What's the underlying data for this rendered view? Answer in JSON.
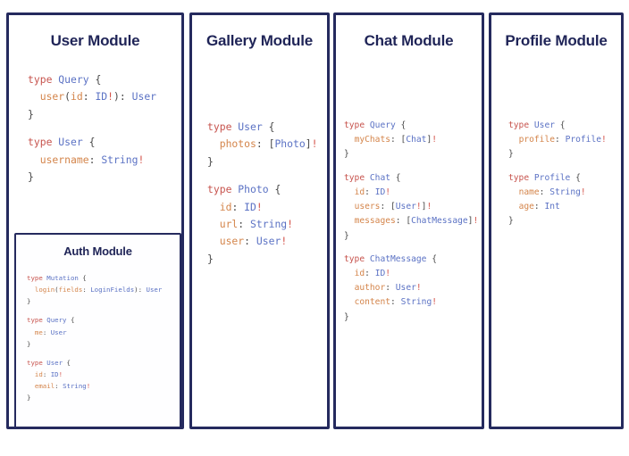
{
  "theme": {
    "border_color": "#252a5e",
    "title_color": "#1f2457",
    "background": "#ffffff",
    "keyword_color": "#c7544e",
    "typename_color": "#5b72c4",
    "field_color": "#d4854b",
    "punctuation_color": "#4a4a4a",
    "bang_color": "#d4544b"
  },
  "modules": [
    {
      "id": "user-module",
      "title": "User Module",
      "blocks": [
        {
          "lines": [
            [
              {
                "t": "type ",
                "c": "kw"
              },
              {
                "t": "Query",
                "c": "type"
              },
              {
                "t": " {",
                "c": "pun"
              }
            ],
            [
              {
                "t": "  ",
                "c": "pun"
              },
              {
                "t": "user",
                "c": "fld"
              },
              {
                "t": "(",
                "c": "pun"
              },
              {
                "t": "id",
                "c": "fld"
              },
              {
                "t": ": ",
                "c": "pun"
              },
              {
                "t": "ID",
                "c": "type"
              },
              {
                "t": "!",
                "c": "bang"
              },
              {
                "t": "): ",
                "c": "pun"
              },
              {
                "t": "User",
                "c": "type"
              }
            ],
            [
              {
                "t": "}",
                "c": "pun"
              }
            ]
          ]
        },
        {
          "lines": [
            [
              {
                "t": "type ",
                "c": "kw"
              },
              {
                "t": "User",
                "c": "type"
              },
              {
                "t": " {",
                "c": "pun"
              }
            ],
            [
              {
                "t": "  ",
                "c": "pun"
              },
              {
                "t": "username",
                "c": "fld"
              },
              {
                "t": ": ",
                "c": "pun"
              },
              {
                "t": "String",
                "c": "type"
              },
              {
                "t": "!",
                "c": "bang"
              }
            ],
            [
              {
                "t": "}",
                "c": "pun"
              }
            ]
          ]
        }
      ]
    },
    {
      "id": "auth-module",
      "title": "Auth Module",
      "blocks": [
        {
          "lines": [
            [
              {
                "t": "type ",
                "c": "kw"
              },
              {
                "t": "Mutation",
                "c": "type"
              },
              {
                "t": " {",
                "c": "pun"
              }
            ],
            [
              {
                "t": "  ",
                "c": "pun"
              },
              {
                "t": "login",
                "c": "fld"
              },
              {
                "t": "(",
                "c": "pun"
              },
              {
                "t": "fields",
                "c": "fld"
              },
              {
                "t": ": ",
                "c": "pun"
              },
              {
                "t": "LoginFields",
                "c": "type"
              },
              {
                "t": "): ",
                "c": "pun"
              },
              {
                "t": "User",
                "c": "type"
              }
            ],
            [
              {
                "t": "}",
                "c": "pun"
              }
            ]
          ]
        },
        {
          "lines": [
            [
              {
                "t": "type ",
                "c": "kw"
              },
              {
                "t": "Query",
                "c": "type"
              },
              {
                "t": " {",
                "c": "pun"
              }
            ],
            [
              {
                "t": "  ",
                "c": "pun"
              },
              {
                "t": "me",
                "c": "fld"
              },
              {
                "t": ": ",
                "c": "pun"
              },
              {
                "t": "User",
                "c": "type"
              }
            ],
            [
              {
                "t": "}",
                "c": "pun"
              }
            ]
          ]
        },
        {
          "lines": [
            [
              {
                "t": "type ",
                "c": "kw"
              },
              {
                "t": "User",
                "c": "type"
              },
              {
                "t": " {",
                "c": "pun"
              }
            ],
            [
              {
                "t": "  ",
                "c": "pun"
              },
              {
                "t": "id",
                "c": "fld"
              },
              {
                "t": ": ",
                "c": "pun"
              },
              {
                "t": "ID",
                "c": "type"
              },
              {
                "t": "!",
                "c": "bang"
              }
            ],
            [
              {
                "t": "  ",
                "c": "pun"
              },
              {
                "t": "email",
                "c": "fld"
              },
              {
                "t": ": ",
                "c": "pun"
              },
              {
                "t": "String",
                "c": "type"
              },
              {
                "t": "!",
                "c": "bang"
              }
            ],
            [
              {
                "t": "}",
                "c": "pun"
              }
            ]
          ]
        }
      ]
    },
    {
      "id": "gallery-module",
      "title": "Gallery Module",
      "blocks": [
        {
          "lines": [
            [
              {
                "t": "type ",
                "c": "kw"
              },
              {
                "t": "User",
                "c": "type"
              },
              {
                "t": " {",
                "c": "pun"
              }
            ],
            [
              {
                "t": "  ",
                "c": "pun"
              },
              {
                "t": "photos",
                "c": "fld"
              },
              {
                "t": ": [",
                "c": "pun"
              },
              {
                "t": "Photo",
                "c": "type"
              },
              {
                "t": "]",
                "c": "pun"
              },
              {
                "t": "!",
                "c": "bang"
              }
            ],
            [
              {
                "t": "}",
                "c": "pun"
              }
            ]
          ]
        },
        {
          "lines": [
            [
              {
                "t": "type ",
                "c": "kw"
              },
              {
                "t": "Photo",
                "c": "type"
              },
              {
                "t": " {",
                "c": "pun"
              }
            ],
            [
              {
                "t": "  ",
                "c": "pun"
              },
              {
                "t": "id",
                "c": "fld"
              },
              {
                "t": ": ",
                "c": "pun"
              },
              {
                "t": "ID",
                "c": "type"
              },
              {
                "t": "!",
                "c": "bang"
              }
            ],
            [
              {
                "t": "  ",
                "c": "pun"
              },
              {
                "t": "url",
                "c": "fld"
              },
              {
                "t": ": ",
                "c": "pun"
              },
              {
                "t": "String",
                "c": "type"
              },
              {
                "t": "!",
                "c": "bang"
              }
            ],
            [
              {
                "t": "  ",
                "c": "pun"
              },
              {
                "t": "user",
                "c": "fld"
              },
              {
                "t": ": ",
                "c": "pun"
              },
              {
                "t": "User",
                "c": "type"
              },
              {
                "t": "!",
                "c": "bang"
              }
            ],
            [
              {
                "t": "}",
                "c": "pun"
              }
            ]
          ]
        }
      ]
    },
    {
      "id": "chat-module",
      "title": "Chat Module",
      "blocks": [
        {
          "lines": [
            [
              {
                "t": "type ",
                "c": "kw"
              },
              {
                "t": "Query",
                "c": "type"
              },
              {
                "t": " {",
                "c": "pun"
              }
            ],
            [
              {
                "t": "  ",
                "c": "pun"
              },
              {
                "t": "myChats",
                "c": "fld"
              },
              {
                "t": ": [",
                "c": "pun"
              },
              {
                "t": "Chat",
                "c": "type"
              },
              {
                "t": "]",
                "c": "pun"
              },
              {
                "t": "!",
                "c": "bang"
              }
            ],
            [
              {
                "t": "}",
                "c": "pun"
              }
            ]
          ]
        },
        {
          "lines": [
            [
              {
                "t": "type ",
                "c": "kw"
              },
              {
                "t": "Chat",
                "c": "type"
              },
              {
                "t": " {",
                "c": "pun"
              }
            ],
            [
              {
                "t": "  ",
                "c": "pun"
              },
              {
                "t": "id",
                "c": "fld"
              },
              {
                "t": ": ",
                "c": "pun"
              },
              {
                "t": "ID",
                "c": "type"
              },
              {
                "t": "!",
                "c": "bang"
              }
            ],
            [
              {
                "t": "  ",
                "c": "pun"
              },
              {
                "t": "users",
                "c": "fld"
              },
              {
                "t": ": [",
                "c": "pun"
              },
              {
                "t": "User",
                "c": "type"
              },
              {
                "t": "!",
                "c": "bang"
              },
              {
                "t": "]",
                "c": "pun"
              },
              {
                "t": "!",
                "c": "bang"
              }
            ],
            [
              {
                "t": "  ",
                "c": "pun"
              },
              {
                "t": "messages",
                "c": "fld"
              },
              {
                "t": ": [",
                "c": "pun"
              },
              {
                "t": "ChatMessage",
                "c": "type"
              },
              {
                "t": "]",
                "c": "pun"
              },
              {
                "t": "!",
                "c": "bang"
              }
            ],
            [
              {
                "t": "}",
                "c": "pun"
              }
            ]
          ]
        },
        {
          "lines": [
            [
              {
                "t": "type ",
                "c": "kw"
              },
              {
                "t": "ChatMessage",
                "c": "type"
              },
              {
                "t": " {",
                "c": "pun"
              }
            ],
            [
              {
                "t": "  ",
                "c": "pun"
              },
              {
                "t": "id",
                "c": "fld"
              },
              {
                "t": ": ",
                "c": "pun"
              },
              {
                "t": "ID",
                "c": "type"
              },
              {
                "t": "!",
                "c": "bang"
              }
            ],
            [
              {
                "t": "  ",
                "c": "pun"
              },
              {
                "t": "author",
                "c": "fld"
              },
              {
                "t": ": ",
                "c": "pun"
              },
              {
                "t": "User",
                "c": "type"
              },
              {
                "t": "!",
                "c": "bang"
              }
            ],
            [
              {
                "t": "  ",
                "c": "pun"
              },
              {
                "t": "content",
                "c": "fld"
              },
              {
                "t": ": ",
                "c": "pun"
              },
              {
                "t": "String",
                "c": "type"
              },
              {
                "t": "!",
                "c": "bang"
              }
            ],
            [
              {
                "t": "}",
                "c": "pun"
              }
            ]
          ]
        }
      ]
    },
    {
      "id": "profile-module",
      "title": "Profile Module",
      "blocks": [
        {
          "lines": [
            [
              {
                "t": "type ",
                "c": "kw"
              },
              {
                "t": "User",
                "c": "type"
              },
              {
                "t": " {",
                "c": "pun"
              }
            ],
            [
              {
                "t": "  ",
                "c": "pun"
              },
              {
                "t": "profile",
                "c": "fld"
              },
              {
                "t": ": ",
                "c": "pun"
              },
              {
                "t": "Profile",
                "c": "type"
              },
              {
                "t": "!",
                "c": "bang"
              }
            ],
            [
              {
                "t": "}",
                "c": "pun"
              }
            ]
          ]
        },
        {
          "lines": [
            [
              {
                "t": "type ",
                "c": "kw"
              },
              {
                "t": "Profile",
                "c": "type"
              },
              {
                "t": " {",
                "c": "pun"
              }
            ],
            [
              {
                "t": "  ",
                "c": "pun"
              },
              {
                "t": "name",
                "c": "fld"
              },
              {
                "t": ": ",
                "c": "pun"
              },
              {
                "t": "String",
                "c": "type"
              },
              {
                "t": "!",
                "c": "bang"
              }
            ],
            [
              {
                "t": "  ",
                "c": "pun"
              },
              {
                "t": "age",
                "c": "fld"
              },
              {
                "t": ": ",
                "c": "pun"
              },
              {
                "t": "Int",
                "c": "type"
              }
            ],
            [
              {
                "t": "}",
                "c": "pun"
              }
            ]
          ]
        }
      ]
    }
  ]
}
